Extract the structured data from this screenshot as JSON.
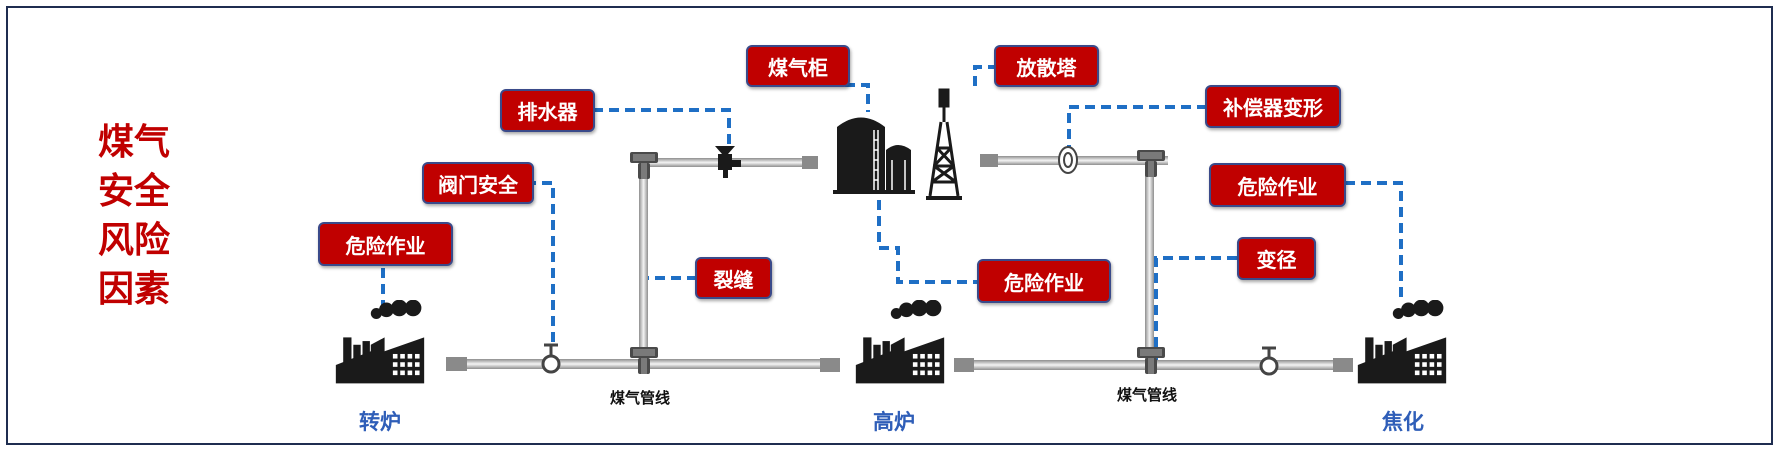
{
  "title": {
    "line1": "煤气",
    "line2": "安全",
    "line3": "风险",
    "line4": "因素"
  },
  "boxes": {
    "danger_op_1": "危险作业",
    "valve_safety": "阀门安全",
    "drain": "排水器",
    "crack": "裂缝",
    "gas_holder": "煤气柜",
    "diffuse_tower": "放散塔",
    "danger_op_2": "危险作业",
    "compensator": "补偿器变形",
    "danger_op_3": "危险作业",
    "reducer": "变径"
  },
  "places": {
    "converter": "转炉",
    "blast_furnace": "高炉",
    "coking": "焦化"
  },
  "pipe_labels": {
    "left": "煤气管线",
    "right": "煤气管线"
  },
  "colors": {
    "accent_red": "#c00000",
    "leader_blue": "#1f6fc5",
    "place_blue": "#2f5eb8"
  }
}
